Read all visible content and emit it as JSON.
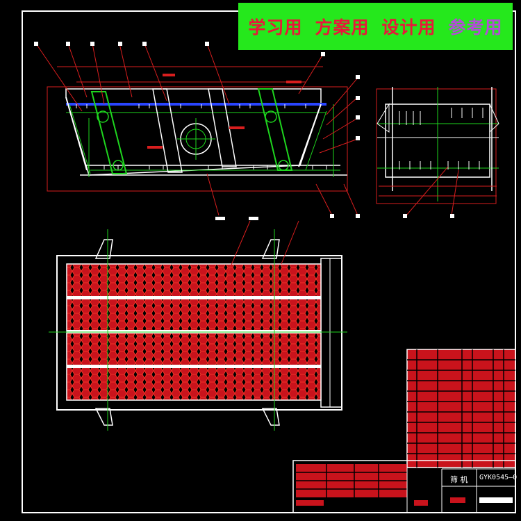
{
  "watermark": {
    "text1": "学习用",
    "text2": "方案用",
    "text3": "设计用",
    "text4": "参考用"
  },
  "title_block": {
    "name": "筛 机",
    "code": "GYK0545—0"
  },
  "colors": {
    "background": "#000000",
    "outline": "#ffffff",
    "centerline": "#1ed61e",
    "mesh": "#d81e1e",
    "hidden": "#2a45ff",
    "leader": "#d81e1e",
    "banner": "#25e81c"
  }
}
